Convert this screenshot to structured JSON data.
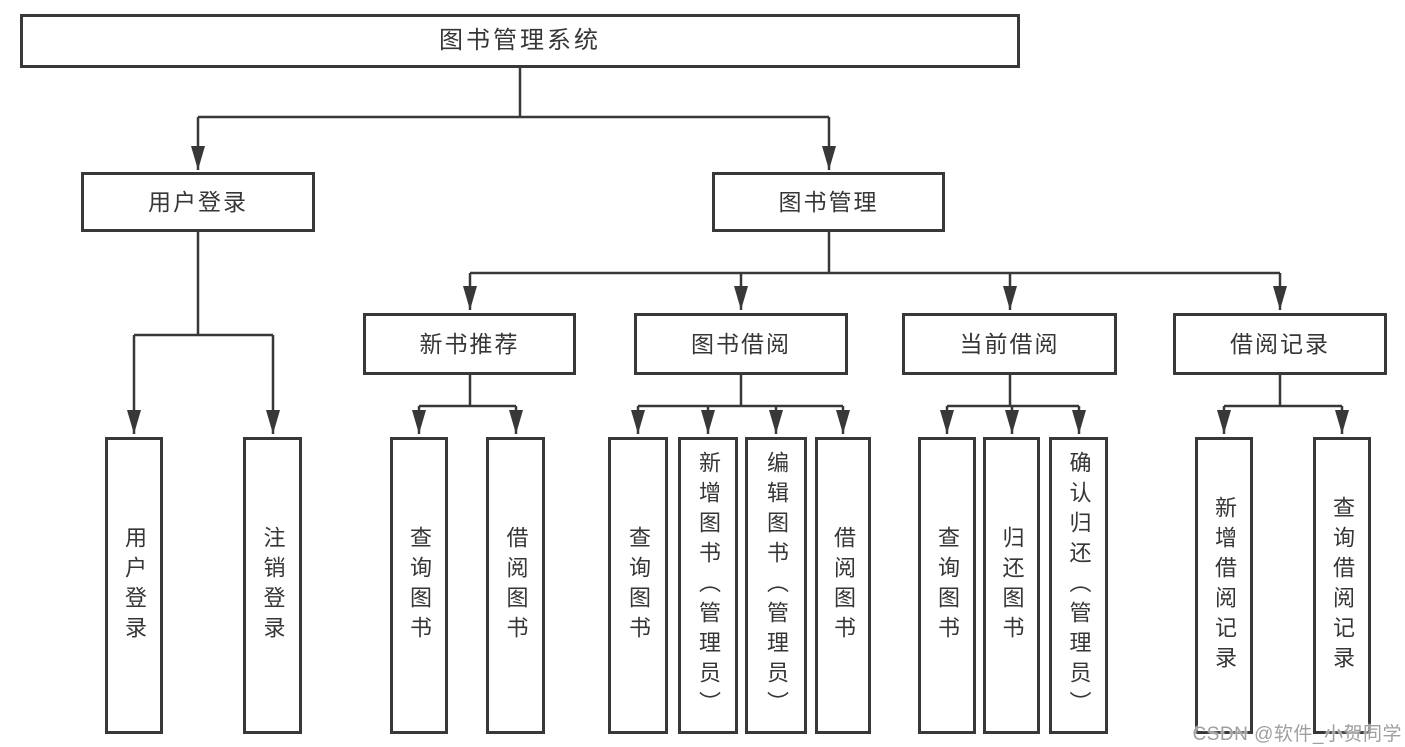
{
  "tree": {
    "root": {
      "label": "图书管理系统"
    },
    "branches": [
      {
        "label": "用户登录",
        "children": [
          {
            "label": "用户登录"
          },
          {
            "label": "注销登录"
          }
        ]
      },
      {
        "label": "图书管理",
        "children": [
          {
            "label": "新书推荐",
            "children": [
              {
                "label": "查询图书"
              },
              {
                "label": "借阅图书"
              }
            ]
          },
          {
            "label": "图书借阅",
            "children": [
              {
                "label": "查询图书"
              },
              {
                "label": "新增图书（管理员）"
              },
              {
                "label": "编辑图书（管理员）"
              },
              {
                "label": "借阅图书"
              }
            ]
          },
          {
            "label": "当前借阅",
            "children": [
              {
                "label": "查询图书"
              },
              {
                "label": "归还图书"
              },
              {
                "label": "确认归还（管理员）"
              }
            ]
          },
          {
            "label": "借阅记录",
            "children": [
              {
                "label": "新增借阅记录"
              },
              {
                "label": "查询借阅记录"
              }
            ]
          }
        ]
      }
    ]
  },
  "watermark": {
    "text": "CSDN @软件_小贺同学"
  },
  "colors": {
    "line": "#383838",
    "box_border": "#383838",
    "box_background": "#ffffff",
    "text": "#363636",
    "watermark": "#9f9f9f"
  }
}
